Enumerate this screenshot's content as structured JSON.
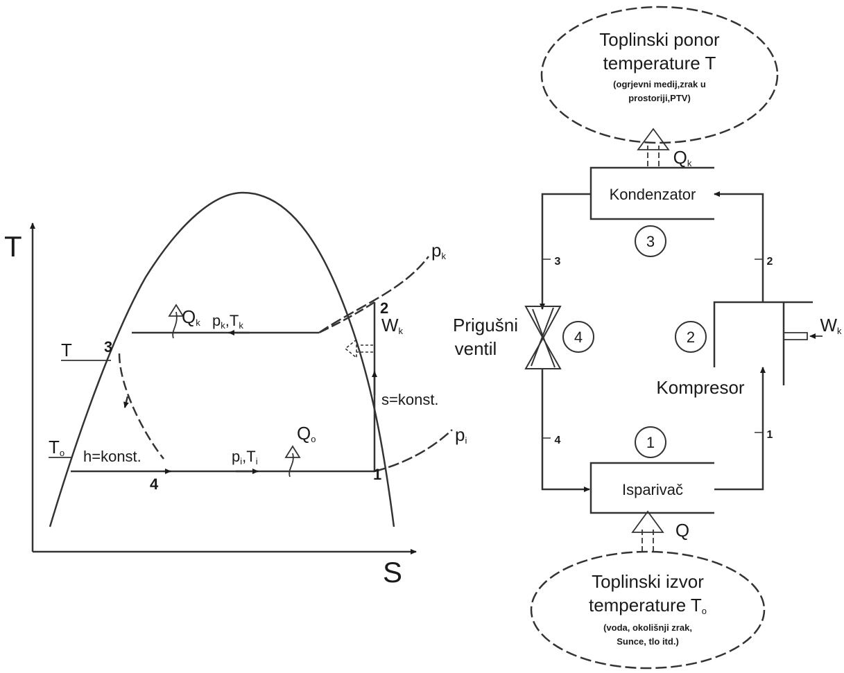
{
  "ts_diagram": {
    "axis_y_label": "T",
    "axis_x_label": "S",
    "pk_label": "p",
    "pk_sub": "k",
    "pi_label": "p",
    "pi_sub": "i",
    "qk_label": "Q",
    "qk_sub": "k",
    "qo_label": "Q",
    "qo_sub": "o",
    "wk_label": "W",
    "wk_sub": "k",
    "pk_tk_label": "p",
    "pk_tk_sub1": "k",
    "pk_tk_mid": ",T",
    "pk_tk_sub2": "k",
    "pi_ti_label": "p",
    "pi_ti_sub1": "i",
    "pi_ti_mid": ",T",
    "pi_ti_sub2": "i",
    "t_label": "T",
    "t0_label": "T",
    "t0_sub": "o",
    "h_konst": "h=konst.",
    "s_konst": "s=konst.",
    "pt1": "1",
    "pt2": "2",
    "pt3": "3",
    "pt4": "4"
  },
  "cycle_diagram": {
    "sink_line1": "Toplinski ponor",
    "sink_line2": "temperature T",
    "sink_line3": "(ogrjevni medij,zrak u",
    "sink_line4": "prostoriji,PTV)",
    "source_line1": "Toplinski izvor",
    "source_line2": "temperature T",
    "source_sub": "o",
    "source_line3": "(voda, okolišnji zrak,",
    "source_line4": "Sunce, tlo itd.)",
    "condenser": "Kondenzator",
    "evaporator": "Isparivač",
    "compressor": "Kompresor",
    "valve_line1": "Prigušni",
    "valve_line2": "ventil",
    "qk_label": "Q",
    "qk_sub": "k",
    "q_label": "Q",
    "w_label": "W",
    "w_sub": "k",
    "circle1": "1",
    "circle2": "2",
    "circle3": "3",
    "circle4": "4",
    "line1": "1",
    "line2": "2",
    "line3": "3",
    "line4": "4"
  }
}
